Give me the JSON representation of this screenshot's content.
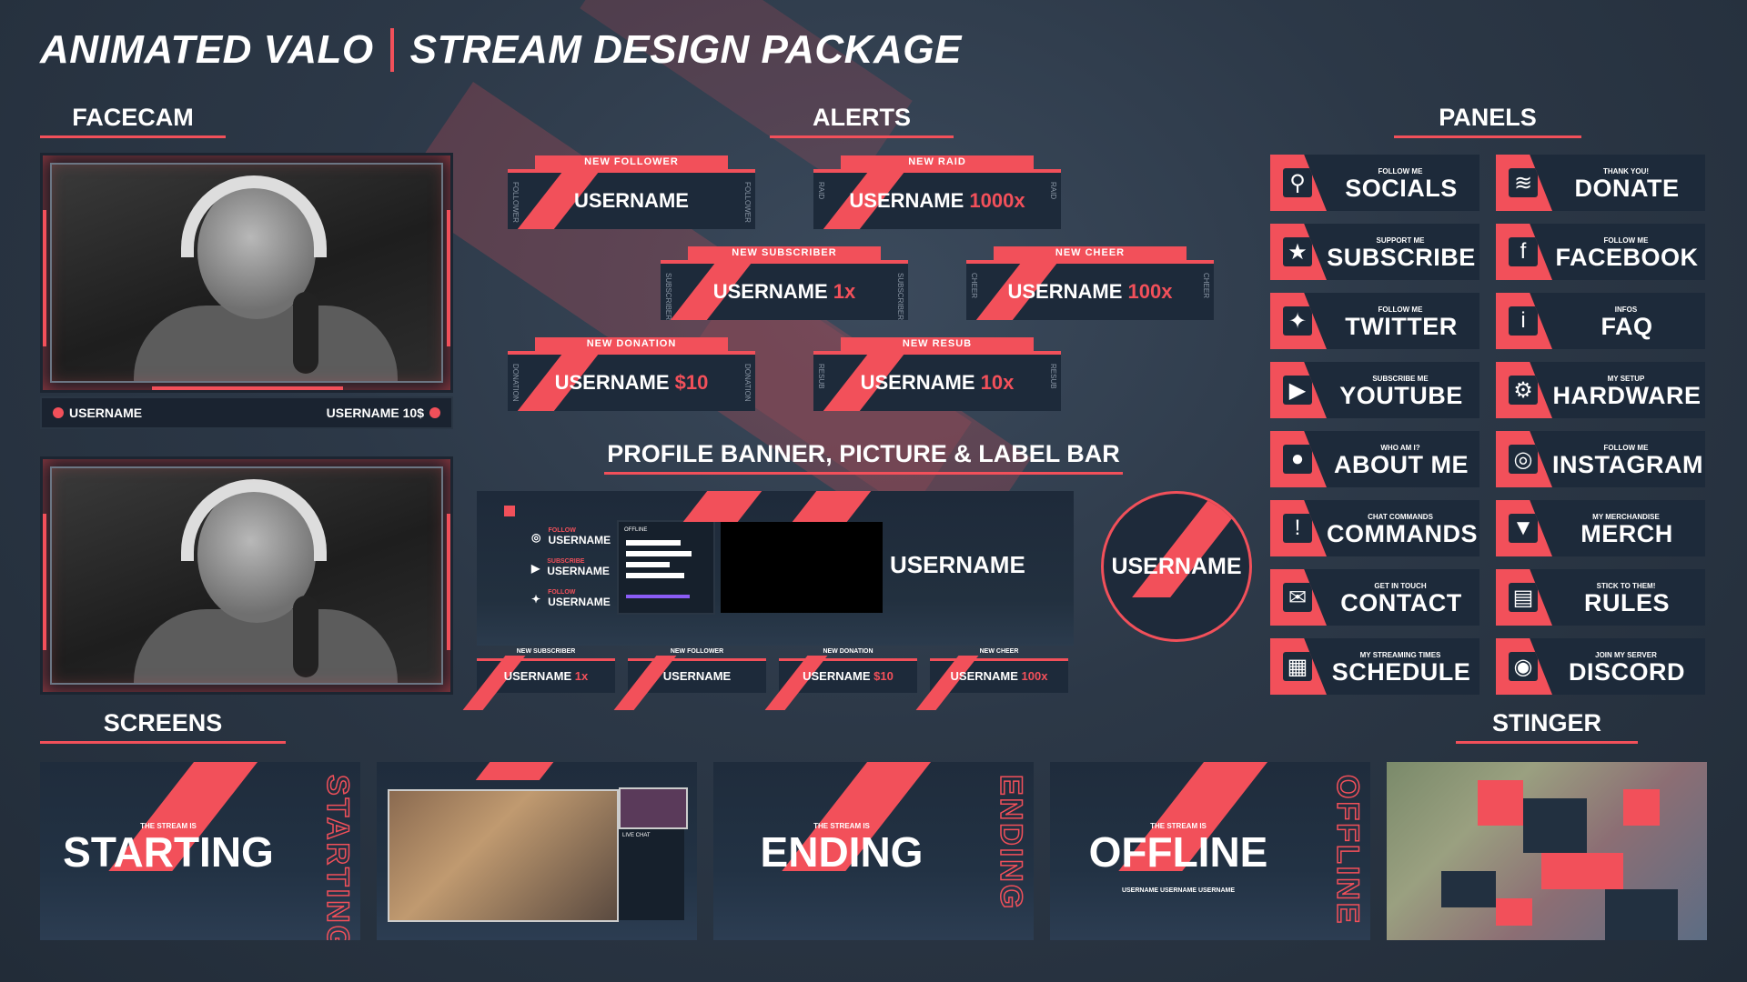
{
  "title": {
    "left": "ANIMATED VALO",
    "right": "STREAM DESIGN PACKAGE"
  },
  "sections": {
    "facecam": "FACECAM",
    "alerts": "ALERTS",
    "panels": "PANELS",
    "profile": "PROFILE BANNER, PICTURE & LABEL BAR",
    "screens": "SCREENS",
    "stinger": "STINGER"
  },
  "facecam": {
    "label_left": "USERNAME",
    "label_right": "USERNAME 10$"
  },
  "alerts": [
    {
      "tag": "NEW FOLLOWER",
      "name": "USERNAME",
      "amount": "",
      "side": "FOLLOWER"
    },
    {
      "tag": "NEW RAID",
      "name": "USERNAME",
      "amount": "1000x",
      "side": "RAID"
    },
    {
      "tag": "NEW SUBSCRIBER",
      "name": "USERNAME",
      "amount": "1x",
      "side": "SUBSCRIBER"
    },
    {
      "tag": "NEW CHEER",
      "name": "USERNAME",
      "amount": "100x",
      "side": "CHEER"
    },
    {
      "tag": "NEW DONATION",
      "name": "USERNAME",
      "amount": "$10",
      "side": "DONATION"
    },
    {
      "tag": "NEW RESUB",
      "name": "USERNAME",
      "amount": "10x",
      "side": "RESUB"
    }
  ],
  "panels": [
    {
      "sub": "FOLLOW ME",
      "main": "SOCIALS",
      "icon": "share-icon",
      "glyph": "⚲"
    },
    {
      "sub": "THANK YOU!",
      "main": "DONATE",
      "icon": "coins-icon",
      "glyph": "≋"
    },
    {
      "sub": "SUPPORT ME",
      "main": "SUBSCRIBE",
      "icon": "star-icon",
      "glyph": "★"
    },
    {
      "sub": "FOLLOW ME",
      "main": "FACEBOOK",
      "icon": "facebook-icon",
      "glyph": "f"
    },
    {
      "sub": "FOLLOW ME",
      "main": "TWITTER",
      "icon": "twitter-icon",
      "glyph": "✦"
    },
    {
      "sub": "INFOS",
      "main": "FAQ",
      "icon": "info-icon",
      "glyph": "i"
    },
    {
      "sub": "SUBSCRIBE ME",
      "main": "YOUTUBE",
      "icon": "youtube-icon",
      "glyph": "▶"
    },
    {
      "sub": "MY SETUP",
      "main": "HARDWARE",
      "icon": "chip-icon",
      "glyph": "⚙"
    },
    {
      "sub": "WHO AM I?",
      "main": "ABOUT ME",
      "icon": "user-icon",
      "glyph": "●"
    },
    {
      "sub": "FOLLOW ME",
      "main": "INSTAGRAM",
      "icon": "instagram-icon",
      "glyph": "◎"
    },
    {
      "sub": "CHAT COMMANDS",
      "main": "COMMANDS",
      "icon": "exclamation-icon",
      "glyph": "!"
    },
    {
      "sub": "MY MERCHANDISE",
      "main": "MERCH",
      "icon": "shirt-icon",
      "glyph": "▼"
    },
    {
      "sub": "GET IN TOUCH",
      "main": "CONTACT",
      "icon": "mail-icon",
      "glyph": "✉"
    },
    {
      "sub": "STICK TO THEM!",
      "main": "RULES",
      "icon": "document-icon",
      "glyph": "▤"
    },
    {
      "sub": "MY STREAMING TIMES",
      "main": "SCHEDULE",
      "icon": "calendar-icon",
      "glyph": "▦"
    },
    {
      "sub": "JOIN MY SERVER",
      "main": "DISCORD",
      "icon": "discord-icon",
      "glyph": "◉"
    }
  ],
  "banner": {
    "username": "USERNAME",
    "socials": [
      {
        "sub": "FOLLOW",
        "name": "USERNAME",
        "icon": "instagram-icon",
        "glyph": "◎"
      },
      {
        "sub": "SUBSCRIBE",
        "name": "USERNAME",
        "icon": "youtube-icon",
        "glyph": "▶"
      },
      {
        "sub": "FOLLOW",
        "name": "USERNAME",
        "icon": "twitter-icon",
        "glyph": "✦"
      }
    ],
    "offline_label": "OFFLINE"
  },
  "profile_picture": {
    "username": "USERNAME"
  },
  "mini_alerts": [
    {
      "tag": "NEW SUBSCRIBER",
      "name": "USERNAME",
      "amount": "1x"
    },
    {
      "tag": "NEW FOLLOWER",
      "name": "USERNAME",
      "amount": ""
    },
    {
      "tag": "NEW DONATION",
      "name": "USERNAME",
      "amount": "$10"
    },
    {
      "tag": "NEW CHEER",
      "name": "USERNAME",
      "amount": "100x"
    }
  ],
  "screens": [
    {
      "pre": "THE STREAM IS",
      "main": "STARTING",
      "side": "STARTING"
    },
    {
      "pre": "",
      "main": "",
      "side": "",
      "chat": "LIVE CHAT"
    },
    {
      "pre": "THE STREAM IS",
      "main": "ENDING",
      "side": "ENDING"
    },
    {
      "pre": "THE STREAM IS",
      "main": "OFFLINE",
      "side": "OFFLINE",
      "socials": "USERNAME  USERNAME  USERNAME"
    }
  ],
  "colors": {
    "accent": "#f2505a",
    "panel": "#1d2a3a",
    "background": "#2f3b4a"
  }
}
